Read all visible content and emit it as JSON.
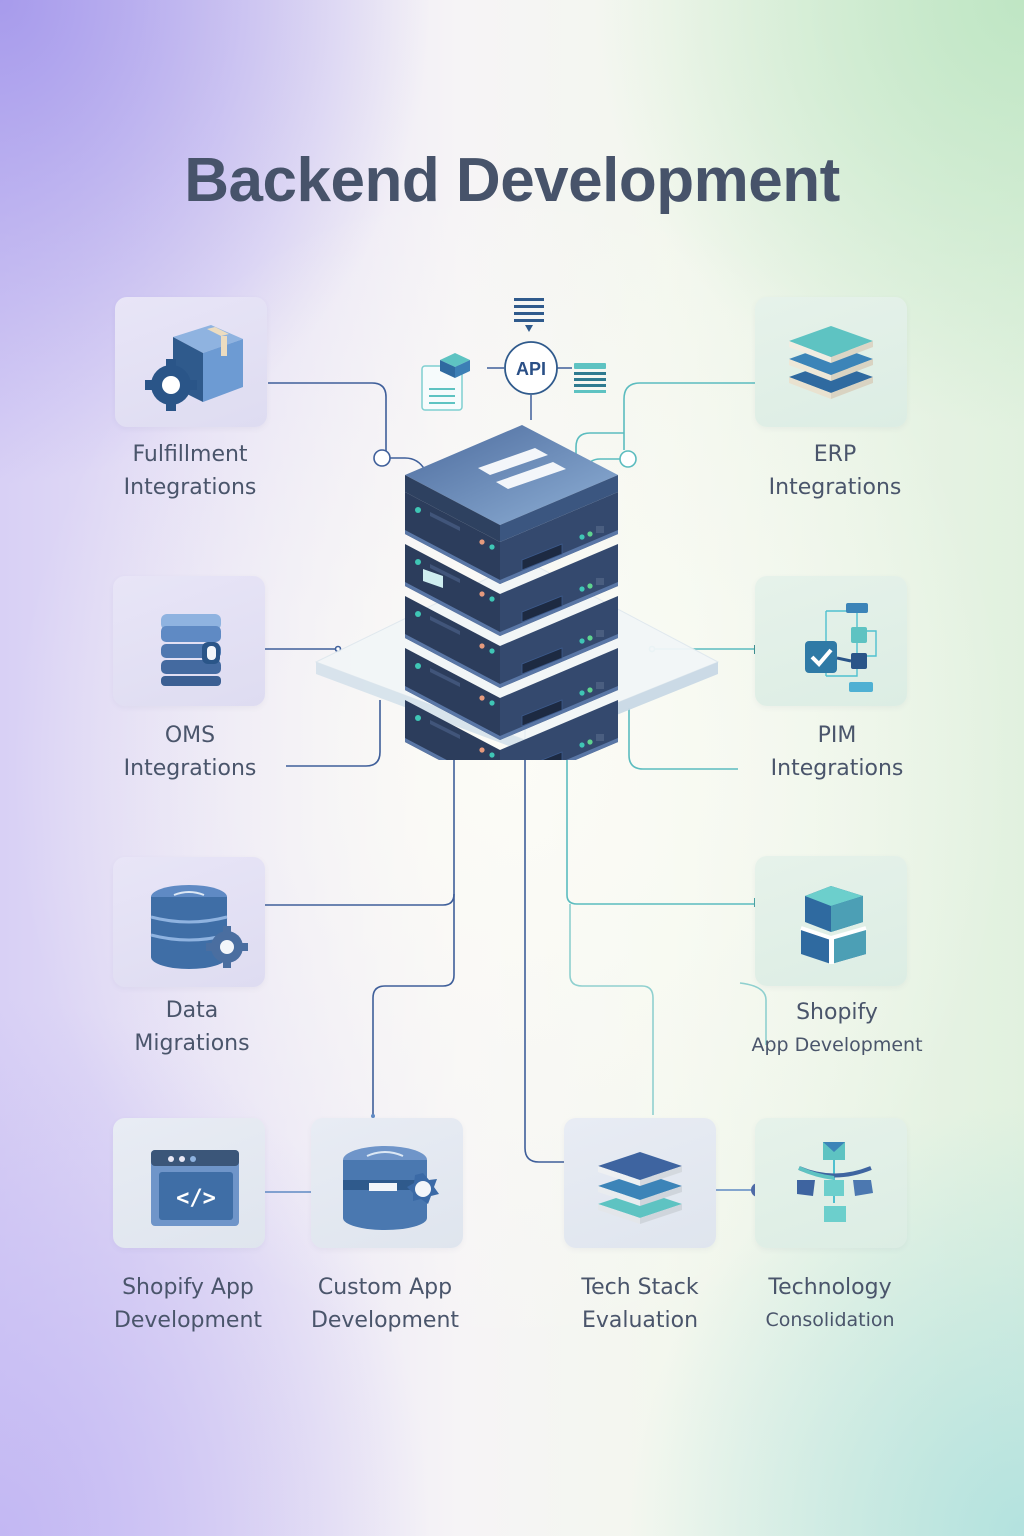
{
  "title": "Backend Development",
  "hub": {
    "api_label": "API",
    "icon": "server-rack-icon"
  },
  "colors": {
    "title": "#47536a",
    "label": "#4a556b",
    "wire_blue": "#3f5f9a",
    "wire_teal": "#5bbcbf",
    "icon_navy": "#2f5a8c",
    "icon_blue": "#5f8ac4",
    "icon_teal": "#5ec3c2",
    "bg_lavender": "#a79bec",
    "bg_mint": "#bfe6c4"
  },
  "services": [
    {
      "id": "fulfillment",
      "lines": [
        "Fulfillment",
        "Integrations"
      ],
      "icon": "package-gear-icon"
    },
    {
      "id": "erp",
      "lines": [
        "ERP",
        "Integrations"
      ],
      "icon": "layers-icon"
    },
    {
      "id": "oms",
      "lines": [
        "OMS",
        "Integrations"
      ],
      "icon": "database-cube-icon"
    },
    {
      "id": "pim",
      "lines": [
        "PIM",
        "Integrations"
      ],
      "icon": "workflow-check-icon"
    },
    {
      "id": "data-migrations",
      "lines": [
        "Data",
        "Migrations"
      ],
      "icon": "database-gear-icon"
    },
    {
      "id": "shopify-app-dev-right",
      "lines": [
        "Shopify",
        "App Development"
      ],
      "icon": "block-cube-icon"
    },
    {
      "id": "shopify-app-dev",
      "lines": [
        "Shopify App",
        "Development"
      ],
      "icon": "code-window-icon"
    },
    {
      "id": "custom-app-dev",
      "lines": [
        "Custom App",
        "Development"
      ],
      "icon": "database-badge-icon"
    },
    {
      "id": "tech-stack",
      "lines": [
        "Tech Stack",
        "Evaluation"
      ],
      "icon": "stack-layers-icon"
    },
    {
      "id": "tech-consolidation",
      "lines": [
        "Technology",
        "Consolidation"
      ],
      "icon": "hierarchy-icon"
    }
  ]
}
